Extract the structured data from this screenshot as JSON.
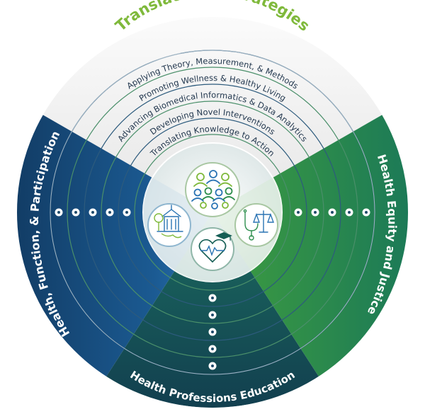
{
  "title": "Translational Strategies",
  "strategies": [
    "Applying Theory, Measurement, & Methods",
    "Promoting Wellness & Healthy Living",
    "Advancing Biomedical Informatics & Data Analytics",
    "Developing Novel Interventions",
    "Translating Knowledge to Action"
  ],
  "sectors": {
    "left": "Health, Function, & Participation",
    "right": "Health Equity and Justice",
    "bottom": "Health Professions Education"
  },
  "center_icons": [
    "people-group-icon",
    "campus-tree-icon",
    "scale-stethoscope-icon",
    "heart-graduation-icon"
  ],
  "colors": {
    "title_green": "#7fb93b",
    "left_blue": "#1f5f98",
    "right_green": "#2e8f4e",
    "bottom_teal": "#155e55",
    "top_gray": "#eeeeee",
    "ring_line": "#2b4e6e"
  }
}
